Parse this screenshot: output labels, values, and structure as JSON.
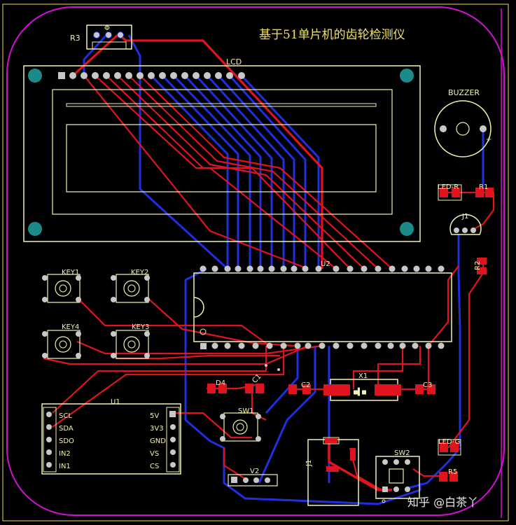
{
  "board_title": "基于51单片机的齿轮检测仪",
  "watermark": "知乎 @白茶丫",
  "colors": {
    "top_copper": "#e0141e",
    "bottom_copper": "#1f2fe0",
    "silkscreen": "#f2f2b0",
    "pad": "#c8c8c8",
    "outline": "#d40fd4",
    "keepout": "#f0e040"
  },
  "labels": {
    "r3": "R3",
    "r3_pin": "Φ",
    "lcd": "LCD",
    "buzzer": "BUZZER",
    "buzzer_pin": "+",
    "led_r": "LED-R",
    "r1": "R1",
    "j1": "J1",
    "r2": "R2",
    "key1": "KEY1",
    "key2": "KEY2",
    "key3": "KEY3",
    "key4": "KEY4",
    "u2": "U2",
    "u1": "U1",
    "d4": "D4",
    "c1": "C1",
    "c2": "C2",
    "x1": "X1",
    "x1_mid": "■▌■",
    "c3": "C3",
    "sw1": "SW1",
    "v2": "V2",
    "j_power": "J1",
    "sw2": "SW2",
    "led_g": "LED-G",
    "r5": "R5"
  },
  "u1_pins_left": [
    "SCL",
    "SDA",
    "SDO",
    "IN2",
    "IN1"
  ],
  "u1_pins_right": [
    "5V",
    "3V3",
    "GND",
    "VS",
    "CS"
  ]
}
